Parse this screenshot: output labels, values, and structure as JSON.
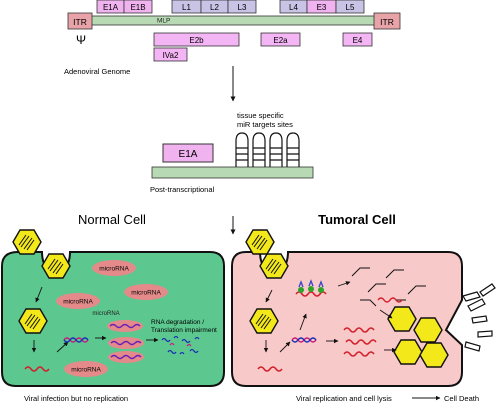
{
  "genome": {
    "itr_left": "ITR",
    "itr_right": "ITR",
    "mlp": "MLP",
    "psi": "Ψ",
    "caption": "Adenoviral Genome",
    "top_genes": [
      "E1A",
      "E1B",
      "L1",
      "L2",
      "L3",
      "L4",
      "E3",
      "L5"
    ],
    "bottom_genes": [
      "E2b",
      "E2a",
      "E4",
      "IVa2"
    ]
  },
  "construct": {
    "gene": "E1A",
    "targets_label_line1": "tissue specific",
    "targets_label_line2": "miR targets sites",
    "caption": "Post-transcriptional"
  },
  "normal_cell": {
    "title": "Normal Cell",
    "mirna_labels": [
      "microRNA",
      "microRNA",
      "microRNA",
      "microRNA",
      "microRNA"
    ],
    "degradation_line1": "RNA degradation /",
    "degradation_line2": "Translation impairment",
    "caption": "Viral infection but no replication"
  },
  "tumoral_cell": {
    "title": "Tumoral Cell",
    "caption": "Viral replication and cell lysis",
    "outcome": "Cell Death"
  },
  "colors": {
    "itr": "#e8a3a8",
    "gene_top": "#f0b3f0",
    "gene_l": "#c9c3e6",
    "gene_bottom": "#f3b5f3",
    "backbone": "#b7d9b3",
    "normal_cell": "#5cc88f",
    "tumoral_cell": "#f8c9c9",
    "virus": "#f2e81a",
    "mirna_blob": "#e58a8a"
  }
}
